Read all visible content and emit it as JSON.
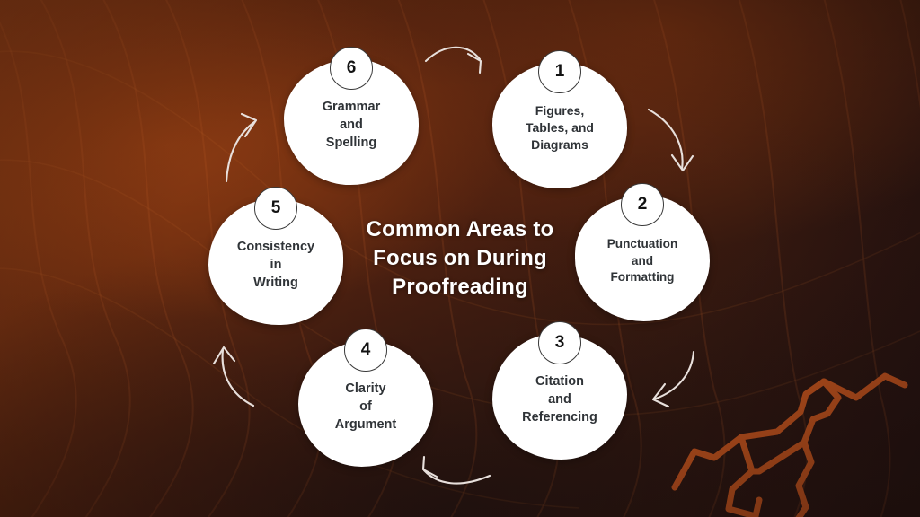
{
  "infographic": {
    "center_title": "Common Areas to\nFocus on During\nProofreading",
    "nodes": [
      {
        "number": "1",
        "label": "Figures,\nTables, and\nDiagrams"
      },
      {
        "number": "2",
        "label": "Punctuation\nand\nFormatting"
      },
      {
        "number": "3",
        "label": "Citation\nand\nReferencing"
      },
      {
        "number": "4",
        "label": "Clarity\nof\nArgument"
      },
      {
        "number": "5",
        "label": "Consistency\nin\nWriting"
      },
      {
        "number": "6",
        "label": "Grammar\nand\nSpelling"
      }
    ],
    "arrows": [
      {
        "name": "arrow-6-to-1"
      },
      {
        "name": "arrow-1-to-2"
      },
      {
        "name": "arrow-2-to-3"
      },
      {
        "name": "arrow-3-to-4"
      },
      {
        "name": "arrow-4-to-5"
      },
      {
        "name": "arrow-5-to-6"
      }
    ],
    "colors": {
      "background_light": "#8c3c14",
      "background_dark": "#201110",
      "node_fill": "#ffffff",
      "node_text": "#2f3337",
      "title_text": "#ffffff",
      "arrow": "#e8e0dc",
      "decoration": "#c4541e"
    }
  }
}
